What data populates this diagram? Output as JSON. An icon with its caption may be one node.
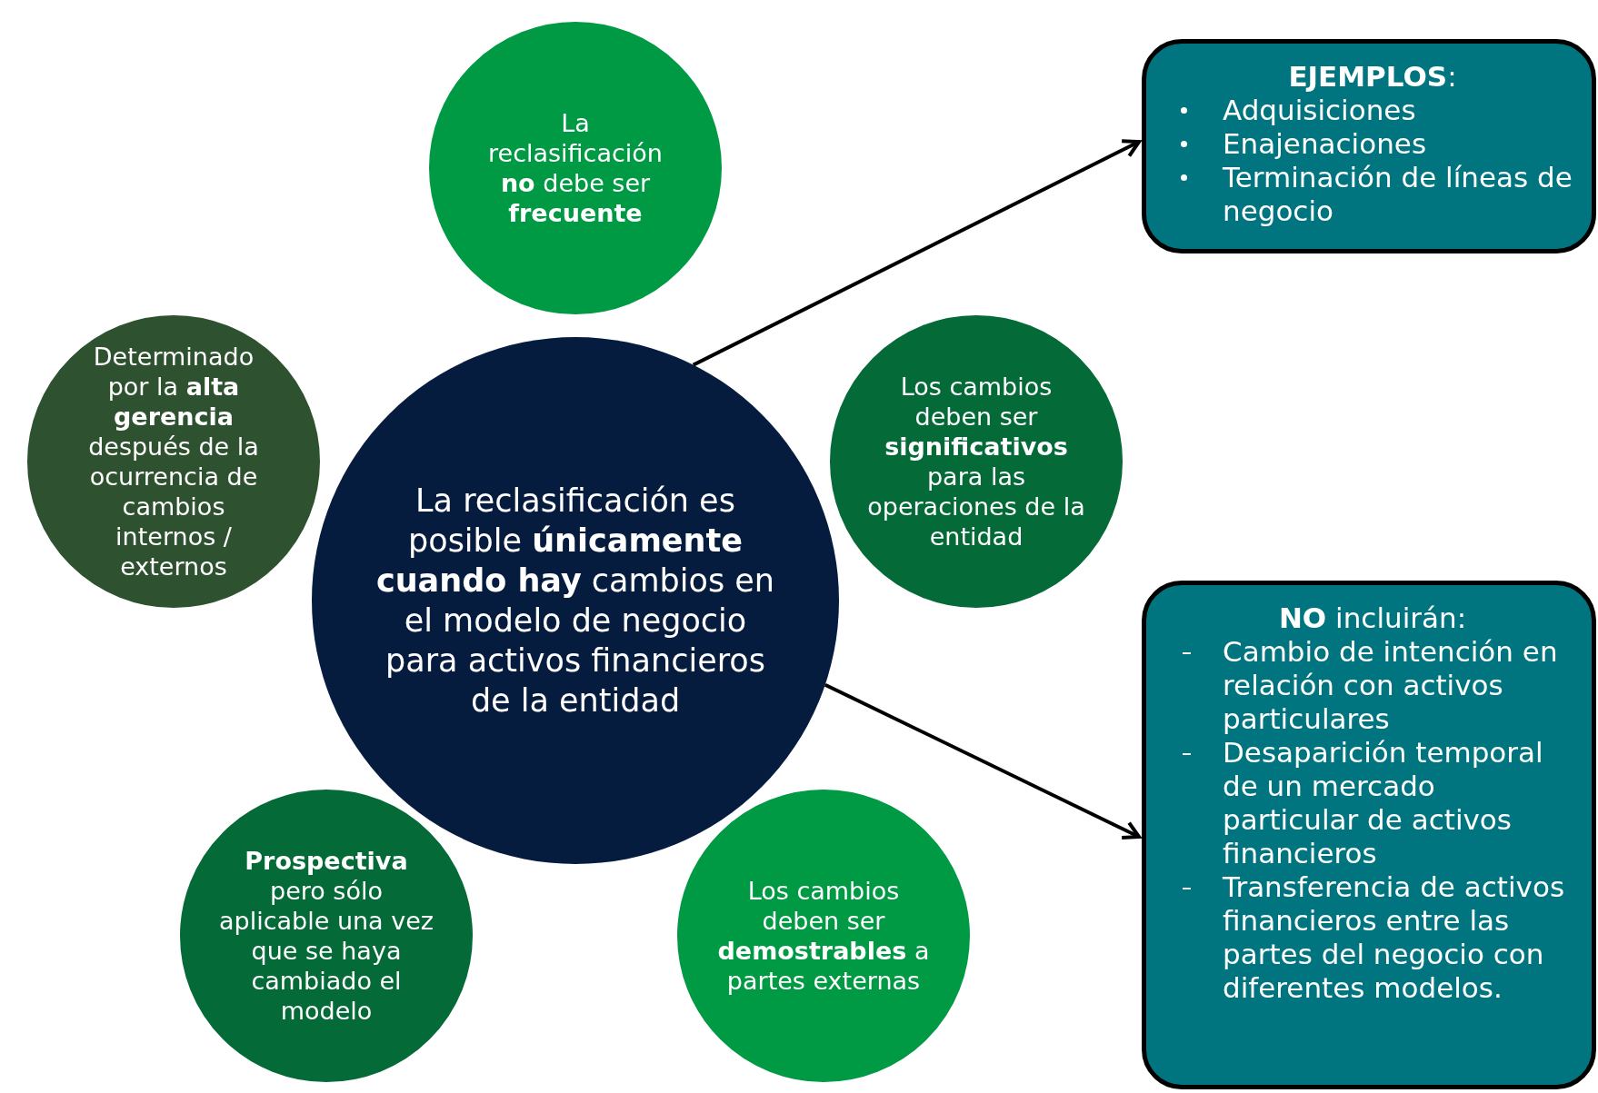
{
  "diagram": {
    "nodes": [
      {
        "text": [
          "La reclasificación **no** debe ser **frecuente**"
        ]
      },
      {
        "text": [
          "**EJEMPLOS**:",
          "Adquisiciones",
          "Enajenaciones",
          "Terminación de líneas de negocio"
        ]
      },
      {
        "text": [
          "Determinado por la **alta gerencia** después de la ocurrencia de cambios internos / externos"
        ]
      },
      {
        "text": [
          "La reclasificación es posible **únicamente cuando hay** cambios en el modelo de negocio para activos financieros de la entidad"
        ]
      },
      {
        "text": [
          "Los cambios deben ser **significativos** para las operaciones de la entidad"
        ]
      },
      {
        "text": [
          "**NO** incluirán:",
          "Cambio de intención en relación con activos particulares",
          "Desaparición temporal de un mercado particular de activos financieros",
          "Transferencia de activos financieros entre las partes del negocio con diferentes modelos."
        ]
      },
      {
        "text": [
          "**Prospectiva** pero sólo aplicable una vez que se haya cambiado el modelo"
        ]
      },
      {
        "text": [
          "Los cambios deben ser **demostrables** a partes externas"
        ]
      }
    ],
    "edges": [
      {
        "from": 3,
        "to": 1,
        "arrow": "to"
      },
      {
        "from": 3,
        "to": 5,
        "arrow": "to"
      }
    ]
  }
}
